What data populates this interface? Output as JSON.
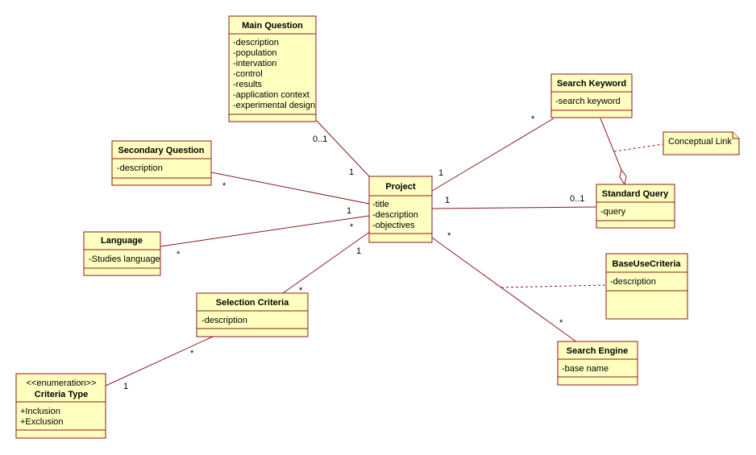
{
  "classes": {
    "main_question": {
      "name": "Main Question",
      "attributes": [
        "-description",
        "-population",
        "-intervation",
        "-control",
        "-results",
        "-application context",
        "-experimental design"
      ]
    },
    "secondary_question": {
      "name": "Secondary Question",
      "attributes": [
        "-description"
      ]
    },
    "language": {
      "name": "Language",
      "attributes": [
        "-Studies language"
      ]
    },
    "project": {
      "name": "Project",
      "attributes": [
        "-title",
        "-description",
        "-objectives"
      ]
    },
    "selection_criteria": {
      "name": "Selection Criteria",
      "attributes": [
        "-description"
      ]
    },
    "criteria_type": {
      "stereotype": "<<enumeration>>",
      "name": "Criteria Type",
      "attributes": [
        "+Inclusion",
        "+Exclusion"
      ]
    },
    "search_keyword": {
      "name": "Search Keyword",
      "attributes": [
        "-search keyword"
      ]
    },
    "standard_query": {
      "name": "Standard Query",
      "attributes": [
        "-query"
      ]
    },
    "base_use_criteria": {
      "name": "BaseUseCriteria",
      "attributes": [
        "-description"
      ]
    },
    "search_engine": {
      "name": "Search Engine",
      "attributes": [
        "-base name"
      ]
    }
  },
  "note": {
    "text": "Conceptual Link"
  },
  "multiplicities": {
    "mq_end": "0..1",
    "mq_proj_end": "1",
    "sq_end": "*",
    "sq_proj_end": "1",
    "lang_end": "*",
    "lang_proj_end": "*",
    "sc_end": "*",
    "sc_proj_end": "1",
    "sc_ct_end": "*",
    "ct_end": "1",
    "sk_end": "*",
    "sk_proj_end": "1",
    "std_end": "0..1",
    "std_proj_end": "1",
    "se_end": "*",
    "se_proj_end": "*"
  },
  "colors": {
    "line": "#8b1a1a",
    "fill": "#ffffc0"
  }
}
